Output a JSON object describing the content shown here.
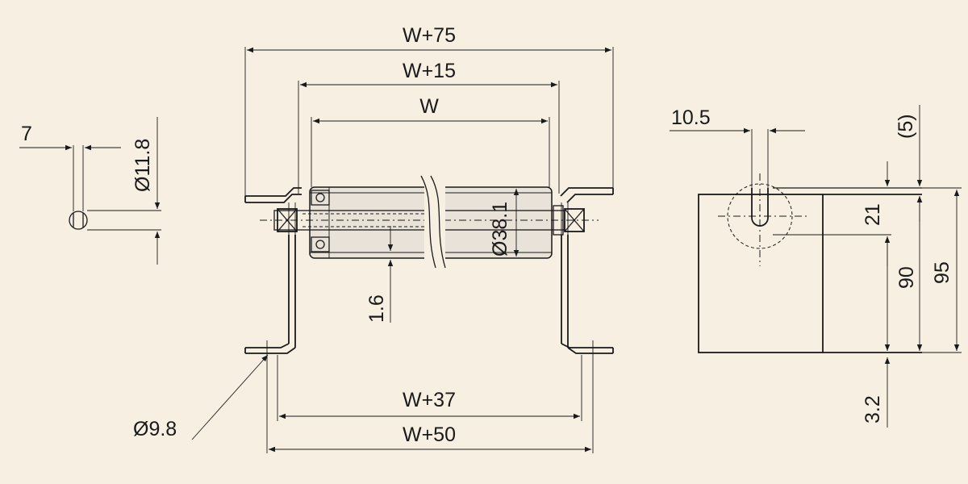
{
  "dimensions": {
    "w_plus_75": "W+75",
    "w_plus_15": "W+15",
    "w": "W",
    "w_plus_37": "W+37",
    "w_plus_50": "W+50",
    "roller_dia": "Ø38.1",
    "shaft_dia": "Ø11.8",
    "shaft_flat": "7",
    "wall": "1.6",
    "hole_dia": "Ø9.8",
    "slot_width": "10.5",
    "top_gap": "(5)",
    "slot_depth": "21",
    "height_90": "90",
    "height_95": "95",
    "thickness": "3.2"
  },
  "colors": {
    "background": "#f7efe2",
    "line": "#1a1a1a"
  }
}
